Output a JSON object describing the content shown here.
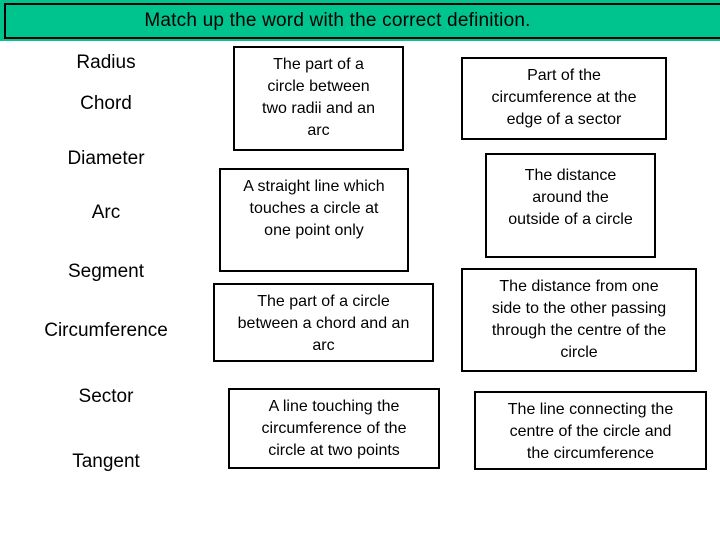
{
  "header": {
    "title": "Match up the word with the correct definition."
  },
  "colors": {
    "banner_green": "#00C48E",
    "border": "#000000",
    "background": "#FFFFFF",
    "text": "#000000"
  },
  "words": [
    "Radius",
    "Chord",
    "Diameter",
    "Arc",
    "Segment",
    "Circumference",
    "Sector",
    "Tangent"
  ],
  "definitions": {
    "middle": [
      "The part of a\ncircle between\ntwo radii and an\narc",
      "A straight line which\ntouches a circle at\none point only",
      "The part of a circle\nbetween a chord and an\narc",
      "A line touching the\ncircumference of the\ncircle at two points"
    ],
    "right": [
      "Part of the\ncircumference at the\nedge of a sector",
      "The distance\naround the\noutside of a circle",
      "The distance from one\nside to the other passing\nthrough the centre of the\ncircle",
      "The line connecting the\ncentre of the circle and\nthe circumference"
    ]
  }
}
